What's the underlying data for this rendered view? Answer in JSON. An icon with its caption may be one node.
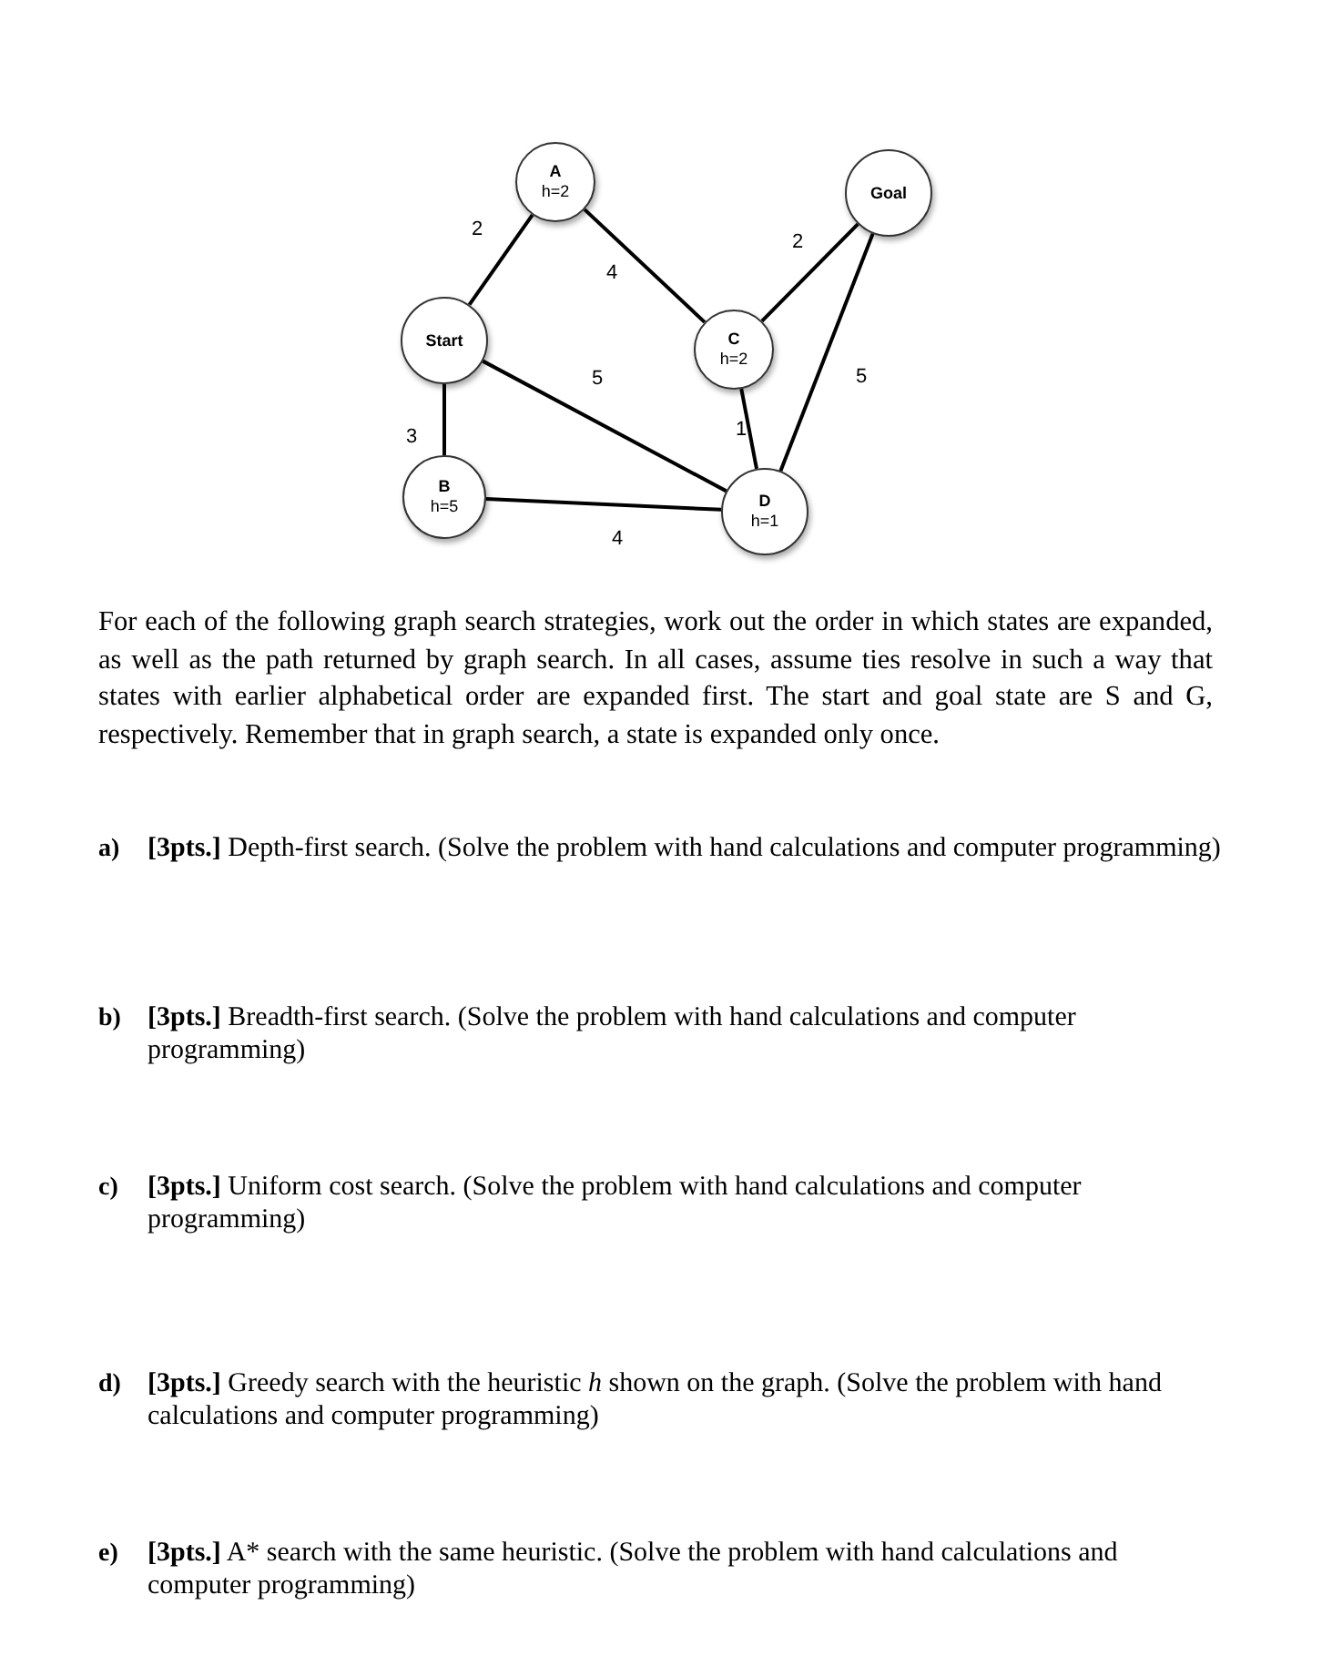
{
  "diagram": {
    "nodes": [
      {
        "text": [
          "A",
          "h=2"
        ]
      },
      {
        "text": [
          "Goal"
        ]
      },
      {
        "text": [
          "Start"
        ]
      },
      {
        "text": [
          "C",
          "h=2"
        ]
      },
      {
        "text": [
          "B",
          "h=5"
        ]
      },
      {
        "text": [
          "D",
          "h=1"
        ]
      }
    ],
    "edges": [
      {
        "from": 2,
        "to": 0,
        "arrow": "none",
        "label": "2"
      },
      {
        "from": 0,
        "to": 3,
        "arrow": "none",
        "label": "4"
      },
      {
        "from": 3,
        "to": 1,
        "arrow": "none",
        "label": "2"
      },
      {
        "from": 1,
        "to": 5,
        "arrow": "none",
        "label": "5"
      },
      {
        "from": 2,
        "to": 5,
        "arrow": "none",
        "label": "5"
      },
      {
        "from": 3,
        "to": 5,
        "arrow": "none",
        "label": "1"
      },
      {
        "from": 2,
        "to": 4,
        "arrow": "none",
        "label": "3"
      },
      {
        "from": 4,
        "to": 5,
        "arrow": "none",
        "label": "4"
      }
    ],
    "labels": [
      "For each of the following graph search strategies, work out the order in which states are expanded, as well as the path returned by graph search. In all cases, assume ties resolve in such a way that states with earlier alphabetical order are expanded first. The start and goal state are S and G, respectively. Remember that in graph search, a state is expanded only once.",
      "a)",
      "**[3pts.]** Depth-first search. (Solve the problem with hand calculations and computer programming)",
      "b)",
      "**[3pts.]** Breadth-first search. (Solve the problem with hand calculations and computer programming)",
      "c)",
      "**[3pts.]** Uniform cost search. (Solve the problem with hand calculations and computer programming)",
      "d)",
      "**[3pts.]** Greedy search with the heuristic *h* shown on the graph. (Solve the problem with hand calculations and computer programming)",
      "e)",
      "**[3pts.]** A* search with the same heuristic. (Solve the problem with hand calculations and computer programming)"
    ]
  }
}
